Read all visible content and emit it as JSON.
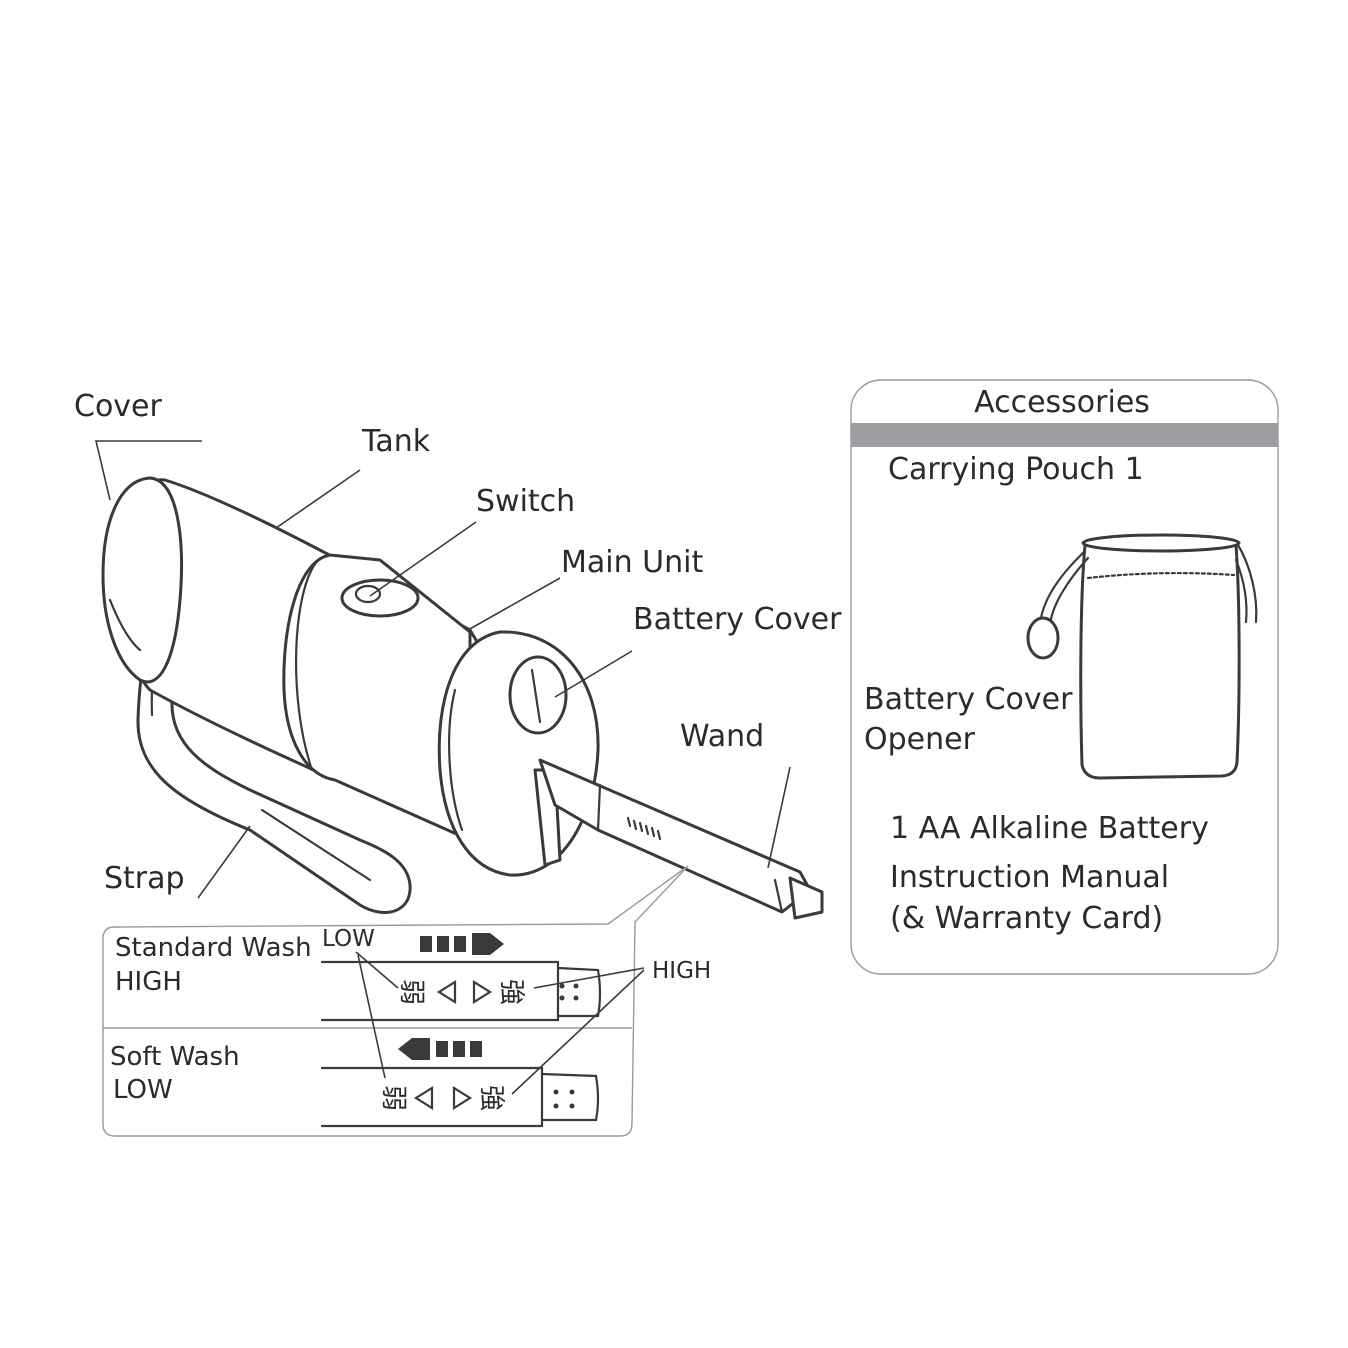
{
  "labels": {
    "cover": "Cover",
    "tank": "Tank",
    "switch": "Switch",
    "main_unit": "Main Unit",
    "battery_cover": "Battery Cover",
    "wand": "Wand",
    "strap": "Strap"
  },
  "modes": {
    "standard_title": "Standard Wash",
    "standard_level": "HIGH",
    "soft_title": "Soft Wash",
    "soft_level": "LOW",
    "low_tag": "LOW",
    "high_tag": "HIGH",
    "weak_char": "弱",
    "strong_char": "強"
  },
  "accessories": {
    "title": "Accessories",
    "carrying_pouch": "Carrying Pouch 1",
    "opener_line1": "Battery Cover",
    "opener_line2": "Opener",
    "battery": "1 AA Alkaline Battery",
    "manual_line1": "Instruction Manual",
    "manual_line2": "(& Warranty Card)"
  },
  "colors": {
    "line": "#3a3a3a",
    "header_bar": "#9d9ea1",
    "panel_border": "#9a9a9a"
  }
}
